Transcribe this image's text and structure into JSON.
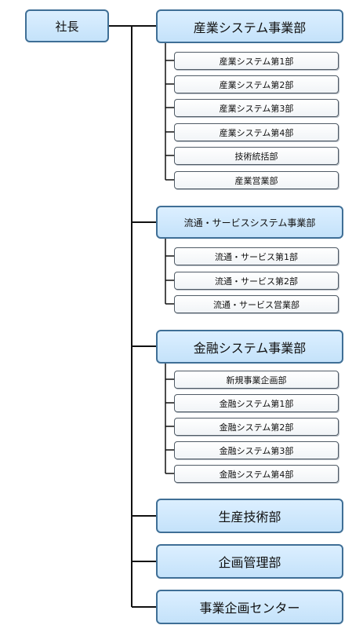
{
  "ceo": {
    "label": "社長"
  },
  "divisions": [
    {
      "label": "産業システム事業部",
      "departments": [
        "産業システム第1部",
        "産業システム第2部",
        "産業システム第3部",
        "産業システム第4部",
        "技術統括部",
        "産業営業部"
      ]
    },
    {
      "label": "流通・サービスシステム事業部",
      "departments": [
        "流通・サービス第1部",
        "流通・サービス第2部",
        "流通・サービス営業部"
      ]
    },
    {
      "label": "金融システム事業部",
      "departments": [
        "新規事業企画部",
        "金融システム第1部",
        "金融システム第2部",
        "金融システム第3部",
        "金融システム第4部"
      ]
    },
    {
      "label": "生産技術部",
      "departments": []
    },
    {
      "label": "企画管理部",
      "departments": []
    },
    {
      "label": "事業企画センター",
      "departments": []
    }
  ],
  "colors": {
    "connector": "#111111",
    "division_border": "#3f6f96",
    "division_fill": "#cfe8fc",
    "department_border": "#505b66"
  }
}
